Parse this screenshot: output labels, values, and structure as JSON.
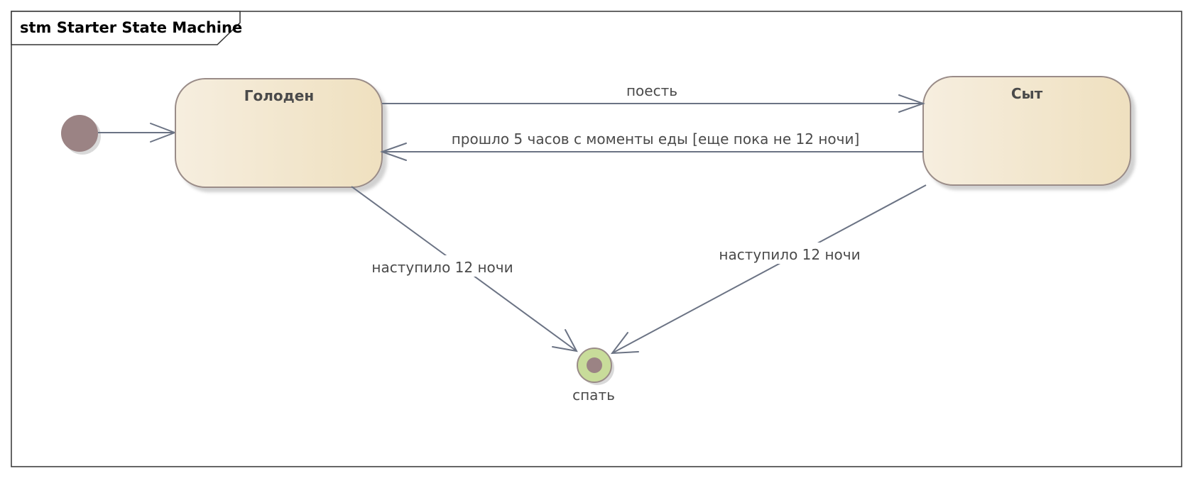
{
  "frame": {
    "title": "stm Starter State Machine"
  },
  "states": {
    "hungry": {
      "name": "Голоден"
    },
    "full": {
      "name": "Сыт"
    }
  },
  "final_state": {
    "label": "спать"
  },
  "transitions": {
    "eat": "поесть",
    "hours_passed": "прошло 5 часов с моменты еды [еще пока не 12 ночи]",
    "midnight_from_hungry": "наступило 12 ночи",
    "midnight_from_full": "наступило 12 ночи"
  },
  "colors": {
    "state_fill_light": "#f5ecdc",
    "state_fill_dark": "#eedfbd",
    "state_border": "#9a8c88",
    "edge": "#6b7384",
    "initial_node": "#9b8384",
    "final_ring": "#c8dc9a",
    "final_dot": "#9b8384",
    "frame_border": "#333333"
  }
}
